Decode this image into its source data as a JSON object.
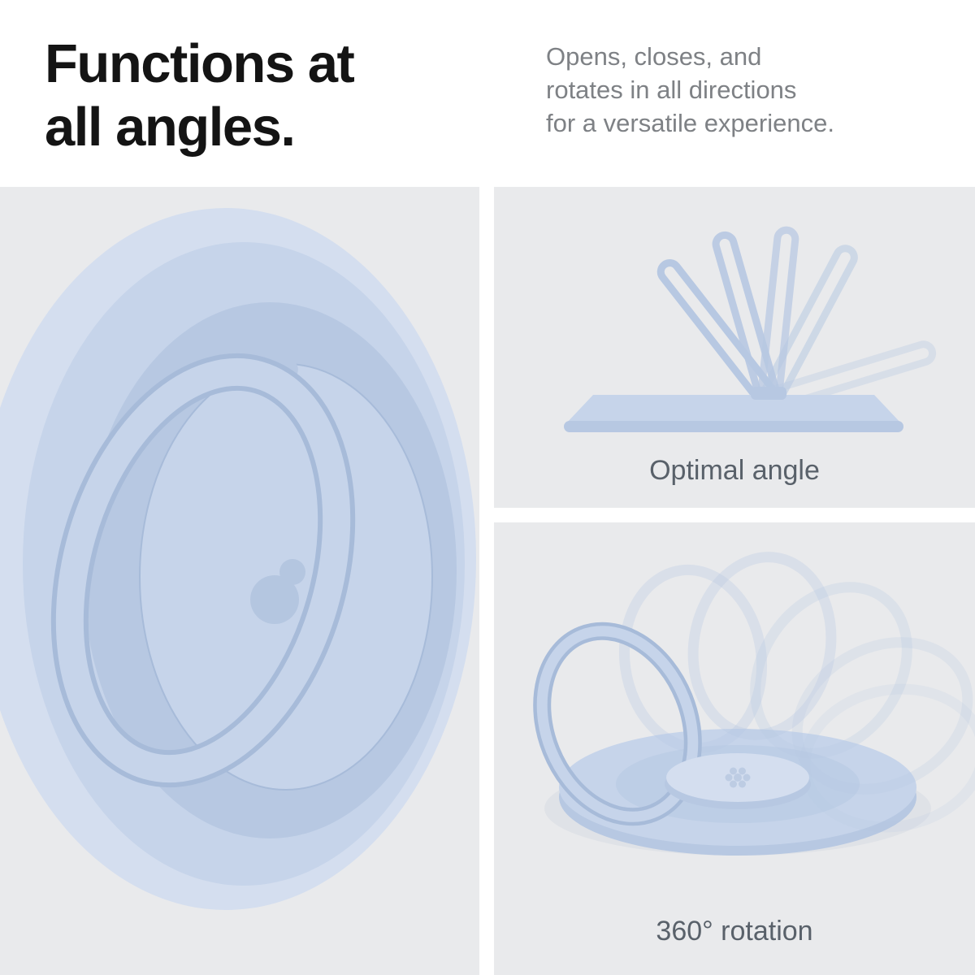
{
  "header": {
    "heading_lines": [
      "Functions at",
      "all angles."
    ],
    "description_lines": [
      "Opens, closes, and",
      "rotates in all directions",
      "for a versatile experience."
    ]
  },
  "panels": {
    "optimal_angle": {
      "caption": "Optimal angle"
    },
    "rotation": {
      "caption": "360° rotation"
    }
  },
  "icons": {
    "center_logo": "spigen-bubble-logo",
    "rotation_hub_logo": "flower-logo"
  },
  "colors": {
    "background": "#ffffff",
    "panel_bg": "#e9eaec",
    "heading_text": "#141414",
    "description_text": "#7e8185",
    "caption_text": "#59616a",
    "product_light": "#d4deef",
    "product": "#c6d4ea",
    "product_mid": "#b7c8e2",
    "product_dark": "#a7bbd9"
  }
}
